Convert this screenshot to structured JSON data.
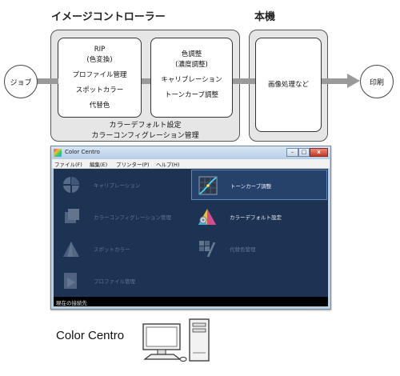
{
  "diagram": {
    "controller_title": "イメージコントローラー",
    "device_title": "本機",
    "input_label": "ジョブ",
    "output_label": "印刷",
    "box1_lines": [
      "RIP",
      "(色変換)",
      "プロファイル管理",
      "スポットカラー",
      "代替色"
    ],
    "box2_lines": [
      "色調整",
      "(濃度調整)",
      "キャリブレーション",
      "トーンカーブ調整"
    ],
    "device_box_label": "画像処理など",
    "panel_note_lines": [
      "カラーデフォルト設定",
      "カラーコンフィグレーション管理"
    ]
  },
  "window": {
    "title": "Color Centro",
    "minimize_glyph": "–",
    "maximize_glyph": "□",
    "close_glyph": "x",
    "menu": [
      "ファイル(F)",
      "編集(E)",
      "プリンター(P)",
      "ヘルプ(H)"
    ],
    "tiles": [
      {
        "label": "キャリブレーション",
        "icon": "calibration-icon",
        "enabled": false
      },
      {
        "label": "トーンカーブ調整",
        "icon": "tone-curve-icon",
        "enabled": true,
        "selected": true
      },
      {
        "label": "カラーコンフィグレーション管理",
        "icon": "color-configuration-icon",
        "enabled": false
      },
      {
        "label": "カラーデフォルト設定",
        "icon": "color-default-icon",
        "enabled": true
      },
      {
        "label": "スポットカラー",
        "icon": "spot-color-icon",
        "enabled": false
      },
      {
        "label": "代替色管理",
        "icon": "alternative-color-icon",
        "enabled": false
      },
      {
        "label": "プロファイル管理",
        "icon": "profile-icon",
        "enabled": false
      }
    ],
    "status_text": "現在の接続先"
  },
  "footer": {
    "label": "Color Centro",
    "icon": "desktop-computer-icon"
  },
  "colors": {
    "window_content_bg": "#1d3354",
    "arrow_gray": "#9a9a9a",
    "panel_gray": "#e6e6e6"
  }
}
